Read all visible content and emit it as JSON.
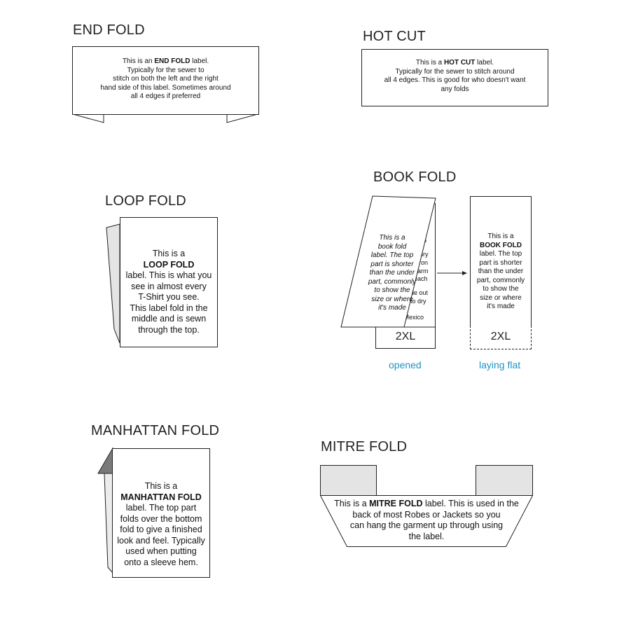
{
  "end_fold": {
    "title": "END FOLD",
    "text_pre": "This is an ",
    "text_bold": "END FOLD",
    "text_post": " label.\nTypically for the sewer to\nstitch on both the left and the right\nhand side of this label.  Sometimes around\nall 4 edges if preferred"
  },
  "hot_cut": {
    "title": "HOT CUT",
    "text_pre": "This is a ",
    "text_bold": "HOT CUT",
    "text_post": " label.\nTypically for the sewer to stitch around\nall 4 edges. This is good for who doesn't want\nany folds"
  },
  "loop_fold": {
    "title": "LOOP FOLD",
    "text_pre": "This is a\n",
    "text_bold": "LOOP FOLD",
    "text_post": "\nlabel.  This is what you\nsee in almost every\nT-Shirt you see.\nThis label fold in the\nmiddle and is sewn\nthrough the top."
  },
  "book_fold": {
    "title": "BOOK FOLD",
    "opened_text": "This is a\nbook fold\nlabel.  The top\npart is shorter\nthan the under\npart, commonly\nto show the\nsize or where\nit's made",
    "under_lines": [
      "n",
      "dry",
      "ron",
      "arm",
      "each",
      "de out",
      "to dry",
      "n Mexico"
    ],
    "flat_pre": "This is a\n",
    "flat_bold": "BOOK FOLD",
    "flat_post": "\nlabel.  The top\npart is shorter\nthan the under\npart, commonly\nto show the\nsize or where\nit's made",
    "size_opened": "2XL",
    "size_flat": "2XL",
    "caption_opened": "opened",
    "caption_flat": "laying flat",
    "caption_color": "#1b93c7"
  },
  "manhattan_fold": {
    "title": "MANHATTAN FOLD",
    "text_pre": "This is a\n",
    "text_bold": "MANHATTAN FOLD",
    "text_post": "\nlabel.  The top part\nfolds over the bottom\nfold to give a finished\nlook and feel. Typically\nused when putting\nonto a sleeve hem."
  },
  "mitre_fold": {
    "title": "MITRE FOLD",
    "text_pre": "This is a ",
    "text_bold": "MITRE FOLD",
    "text_post": " label.  This is used in the\nback of most Robes or Jackets so you\ncan hang the garment up through using\nthe label."
  },
  "colors": {
    "outline": "#222222",
    "fold_gray": "#e4e4e4",
    "fold_dark": "#7a7a7a"
  },
  "icons": [
    "arrow-right-icon"
  ]
}
